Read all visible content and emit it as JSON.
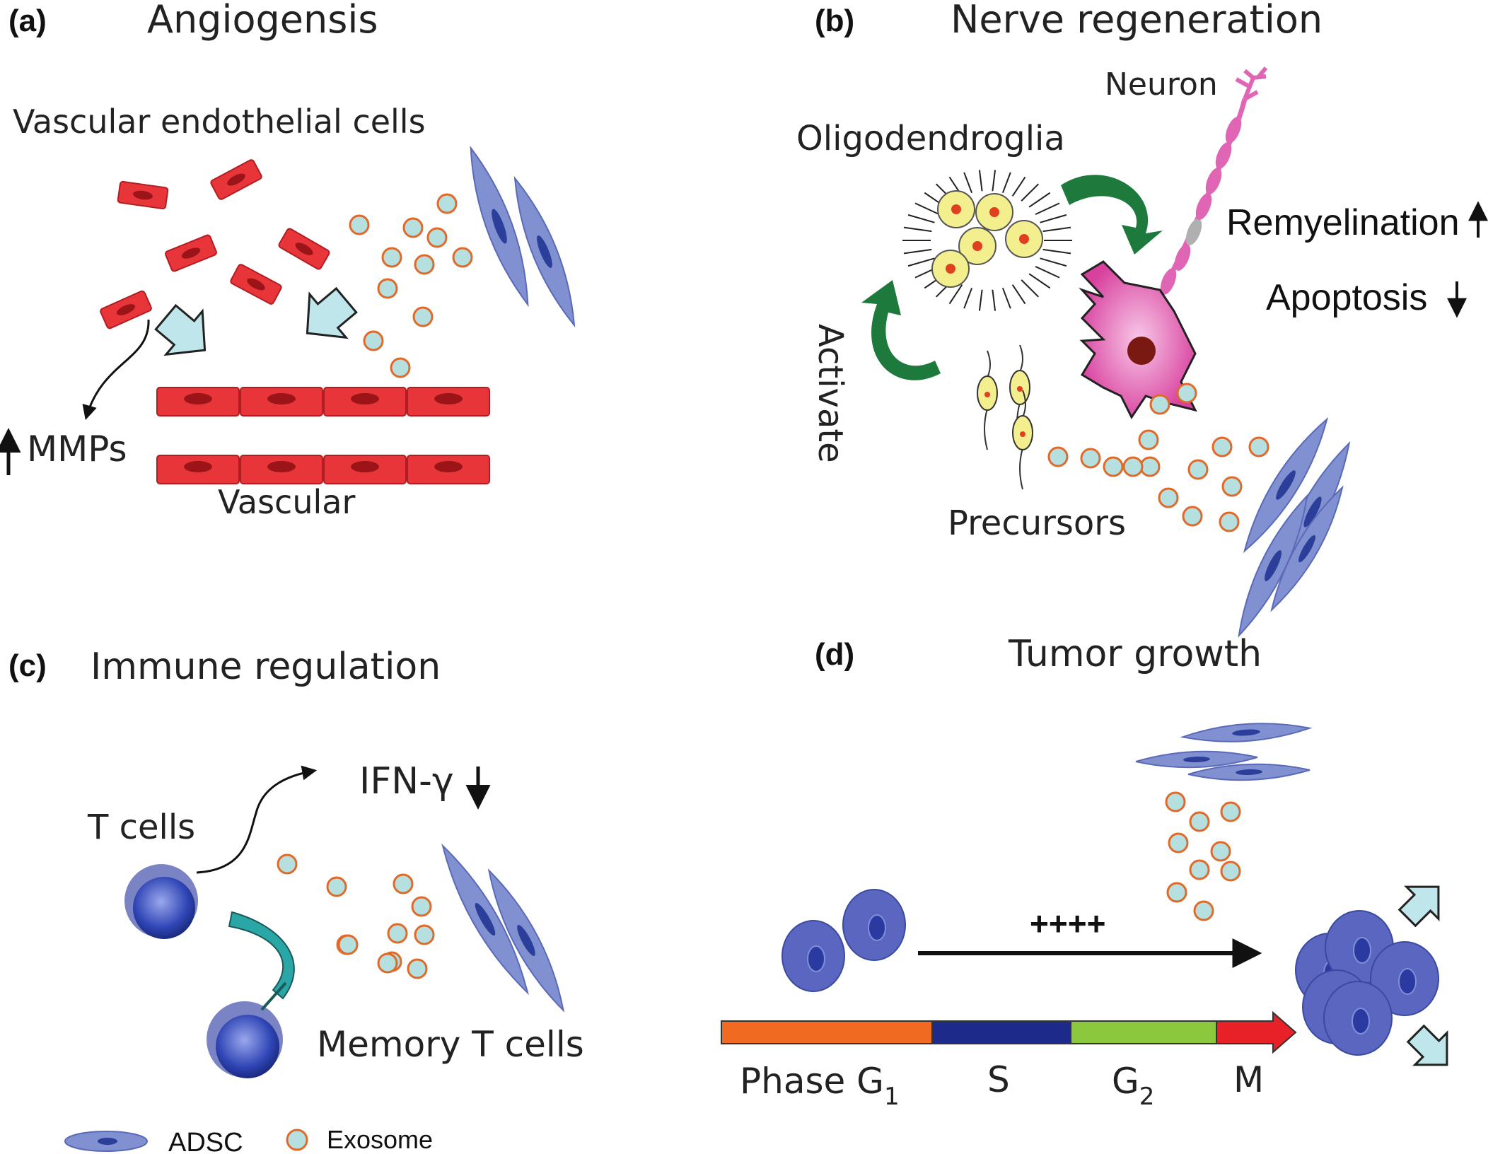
{
  "colors": {
    "endothelial": "#e8353a",
    "endothelial_nucleus": "#9a1418",
    "adsc": "#8090d0",
    "adsc_nucleus": "#2a3e9a",
    "exosome_fill": "#b6e0e0",
    "exosome_stroke": "#e06a2a",
    "block_arrow": "#bfe6ea",
    "green_arrow": "#1e7a3c",
    "neuron": "#e065b4",
    "oligo": "#f3ee8e",
    "phase_g1": "#f06a22",
    "phase_s": "#1e2a8a",
    "phase_g2": "#8cc83e",
    "phase_m": "#e82128",
    "tcell": "#2c46b0",
    "tumor_cell": "#5a66c0",
    "teal_inhibit": "#2aa6a6"
  },
  "panel_a": {
    "letter": "(a)",
    "title": "Angiogensis",
    "cells_label": "Vascular endothelial cells",
    "vascular_label": "Vascular",
    "mmp_label": "MMPs"
  },
  "panel_b": {
    "letter": "(b)",
    "title": "Nerve regeneration",
    "neuron_label": "Neuron",
    "oligo_label": "Oligodendroglia",
    "remyelination_label": "Remyelination",
    "apoptosis_label": "Apoptosis",
    "activate_label": "Activate",
    "precursors_label": "Precursors"
  },
  "panel_c": {
    "letter": "(c)",
    "title": "Immune regulation",
    "ifn_label": "IFN-γ",
    "tcells_label": "T cells",
    "memory_label": "Memory T cells"
  },
  "panel_d": {
    "letter": "(d)",
    "title": "Tumor growth",
    "plus_label": "++++",
    "phase_label": "Phase G",
    "phase_sub": "1",
    "s_label": "S",
    "g2_label": "G",
    "g2_sub": "2",
    "m_label": "M"
  },
  "legend": {
    "adsc_label": "ADSC",
    "exosome_label": "Exosome"
  }
}
